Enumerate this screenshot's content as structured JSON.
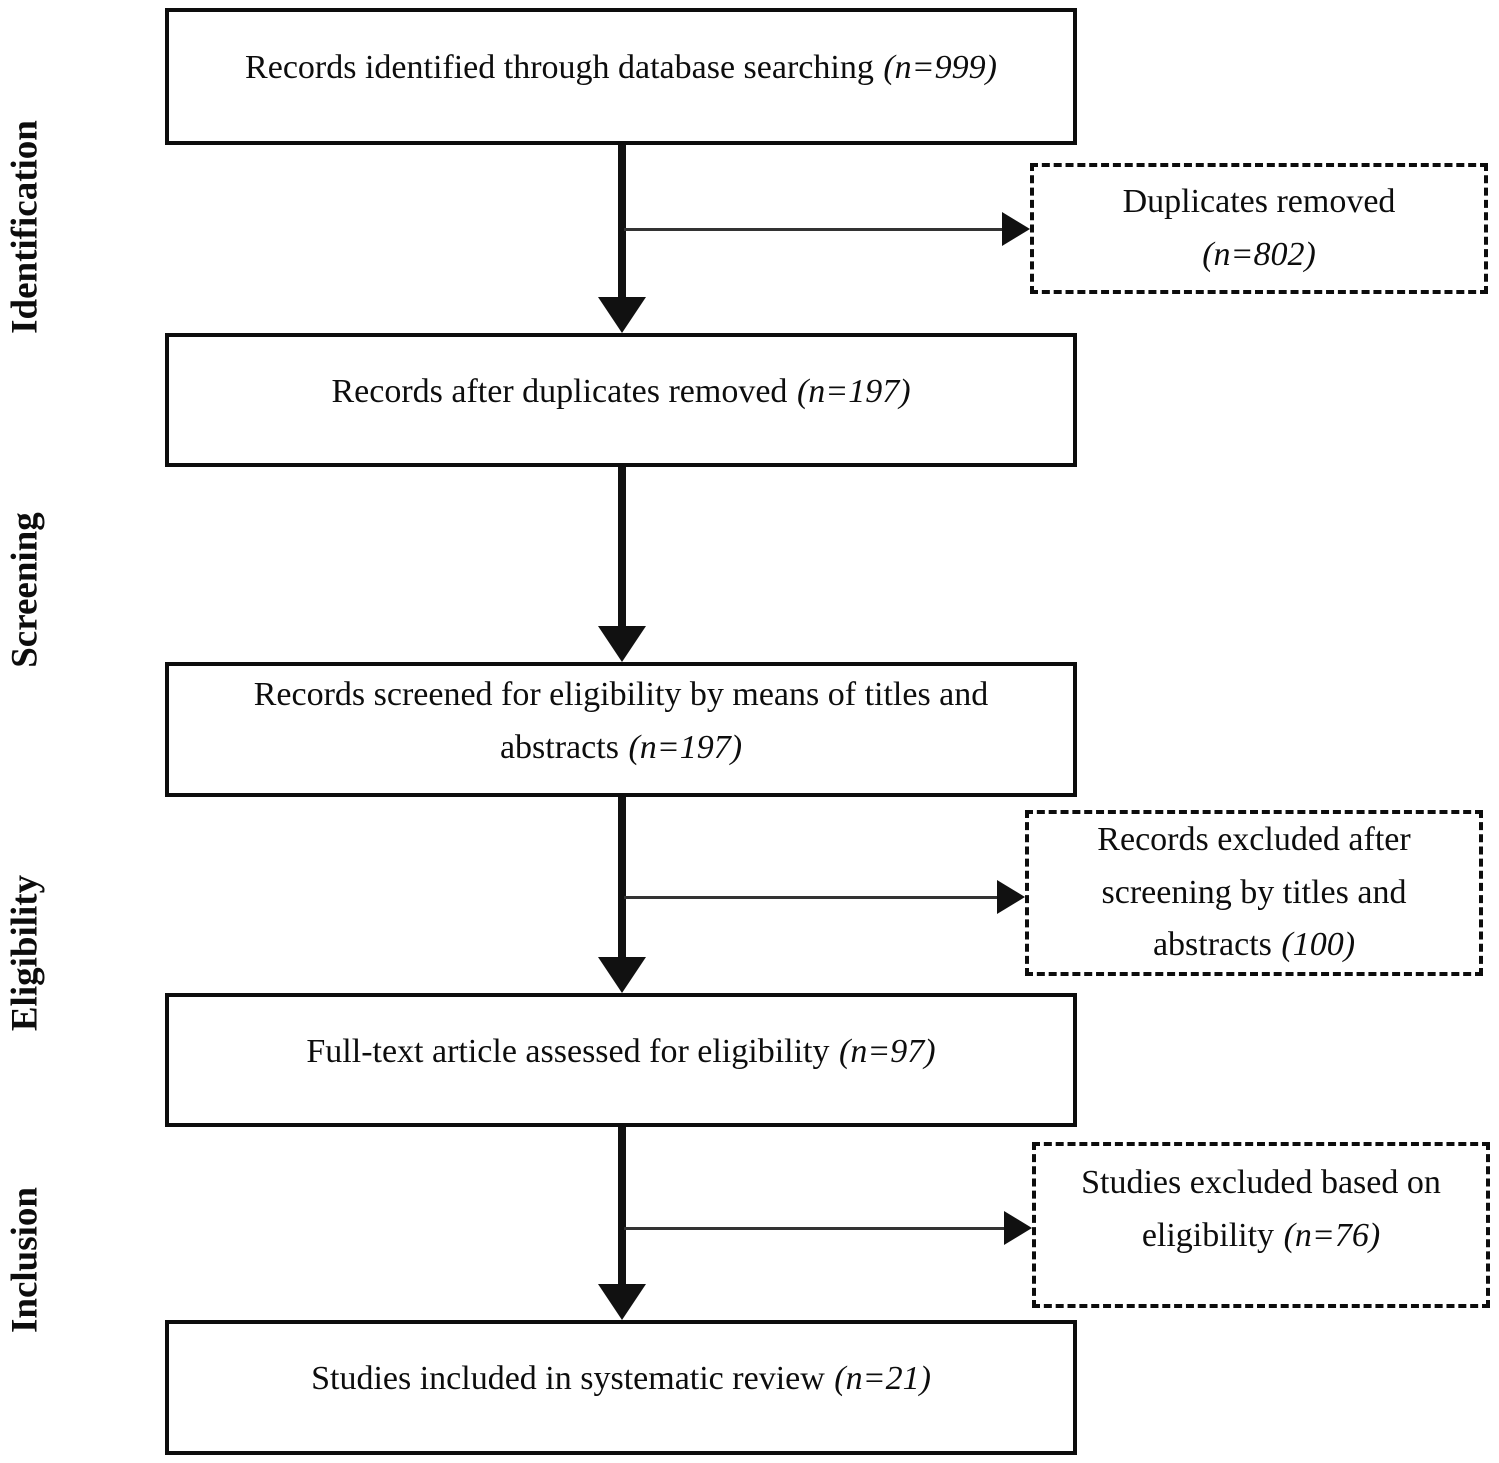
{
  "diagram": {
    "stages": [
      {
        "label": "Identification"
      },
      {
        "label": "Screening"
      },
      {
        "label": "Eligibility"
      },
      {
        "label": "Inclusion"
      }
    ],
    "main_boxes": [
      {
        "text": "Records identified through database searching",
        "count": "(n=999)"
      },
      {
        "text": "Records after duplicates removed",
        "count": "(n=197)"
      },
      {
        "text": "Records screened for eligibility by means of titles and abstracts",
        "count": "(n=197)"
      },
      {
        "text": "Full-text article assessed for eligibility",
        "count": "(n=97)"
      },
      {
        "text": "Studies included in systematic review",
        "count": "(n=21)"
      }
    ],
    "side_boxes": [
      {
        "text": "Duplicates removed",
        "count": "(n=802)"
      },
      {
        "text": "Records excluded after screening by titles and abstracts",
        "count": "(100)"
      },
      {
        "text": "Studies excluded based on eligibility",
        "count": "(n=76)"
      }
    ],
    "colors": {
      "ink": "#0d0d0d",
      "background": "#ffffff"
    }
  }
}
